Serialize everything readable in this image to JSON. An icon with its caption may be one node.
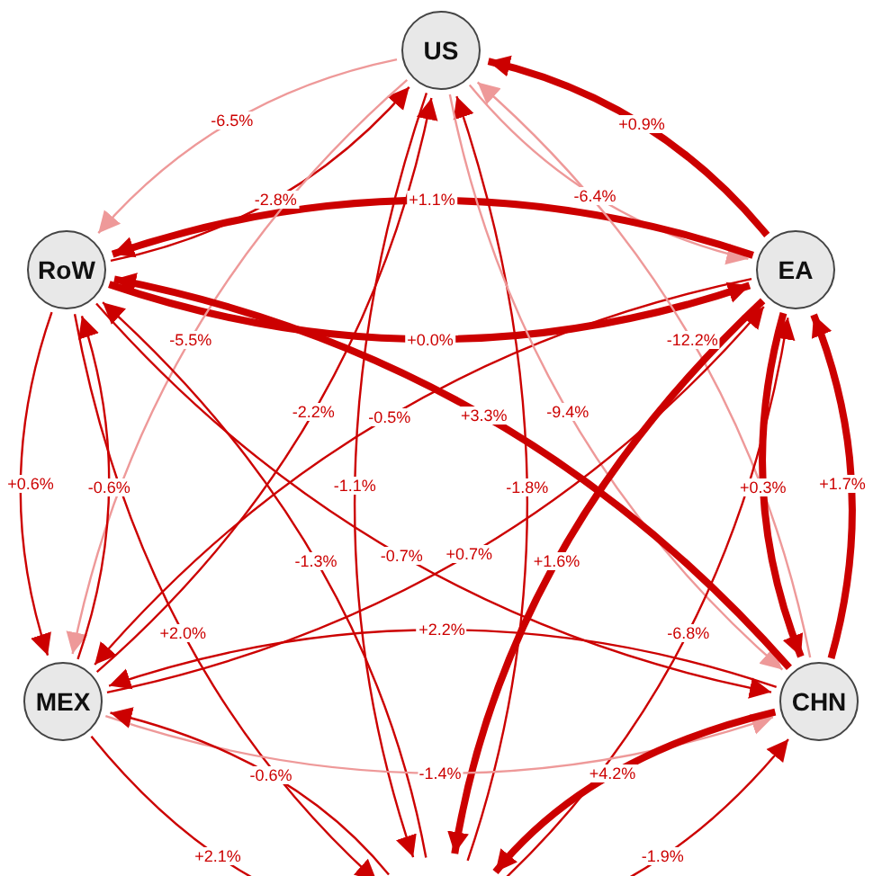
{
  "diagram": {
    "nodes": [
      {
        "text": [
          "US"
        ]
      },
      {
        "text": [
          "RoW"
        ]
      },
      {
        "text": [
          "EA"
        ]
      },
      {
        "text": [
          "MEX"
        ]
      },
      {
        "text": [
          "CHN"
        ]
      }
    ],
    "edges": [
      {
        "from": 1,
        "to": 0,
        "arrow": "to",
        "label": "-2.8%"
      },
      {
        "from": 0,
        "to": 1,
        "arrow": "to",
        "label": "-6.5%",
        "color": "#ee9999"
      },
      {
        "from": 0,
        "to": 2,
        "arrow": "to",
        "label": "-6.4%",
        "color": "#ee9999"
      },
      {
        "from": 2,
        "to": 0,
        "arrow": "to",
        "label": "+0.9%",
        "style": "thick"
      },
      {
        "from": 1,
        "to": 2,
        "arrow": "to",
        "label": "+0.0%",
        "style": "thick"
      },
      {
        "from": 2,
        "to": 1,
        "arrow": "to",
        "label": "+1.1%",
        "style": "thick"
      },
      {
        "from": 3,
        "to": 0,
        "arrow": "to",
        "label": "-2.2%"
      },
      {
        "from": 2,
        "to": 3,
        "arrow": "to",
        "label": "-0.5%"
      },
      {
        "from": 0,
        "to": 3,
        "arrow": "to",
        "label": "-5.5%",
        "color": "#ee9999"
      },
      {
        "from": null,
        "to": 0,
        "arrow": "to",
        "label": "-1.8%"
      },
      {
        "from": 0,
        "to": 4,
        "arrow": "to",
        "label": "-9.4%",
        "color": "#ee9999"
      },
      {
        "from": 4,
        "to": 0,
        "arrow": "to",
        "label": "-12.2%",
        "color": "#ee9999"
      },
      {
        "from": 1,
        "to": 4,
        "arrow": "to",
        "label": "-0.7%"
      },
      {
        "from": 4,
        "to": 2,
        "arrow": "to",
        "label": "+1.7%",
        "style": "thick"
      },
      {
        "from": 2,
        "to": 4,
        "arrow": "to",
        "label": "+0.3%",
        "style": "thick"
      },
      {
        "from": 3,
        "to": 1,
        "arrow": "to",
        "label": "-0.6%"
      },
      {
        "from": 1,
        "to": 3,
        "arrow": "to",
        "label": "+0.6%"
      },
      {
        "from": null,
        "to": 1,
        "arrow": "to",
        "label": "-1.3%"
      },
      {
        "from": 2,
        "to": null,
        "arrow": "to",
        "label": "+1.6%",
        "style": "thick"
      },
      {
        "from": 1,
        "to": null,
        "arrow": "to",
        "label": "+2.0%"
      },
      {
        "from": null,
        "to": 2,
        "arrow": "to",
        "label": "-6.8%"
      },
      {
        "from": 0,
        "to": null,
        "arrow": "to",
        "label": "-1.1%"
      },
      {
        "from": 3,
        "to": 2,
        "arrow": "to",
        "label": "+0.7%"
      },
      {
        "from": 3,
        "to": 4,
        "arrow": "to",
        "label": "-1.4%",
        "color": "#ee9999"
      },
      {
        "from": 4,
        "to": 1,
        "arrow": "to",
        "label": "+3.3%",
        "style": "thick"
      },
      {
        "from": 4,
        "to": 3,
        "arrow": "to",
        "label": "+2.2%"
      },
      {
        "from": null,
        "to": 4,
        "arrow": "to",
        "label": "-1.9%"
      },
      {
        "from": 3,
        "to": null,
        "arrow": "to",
        "label": "+2.1%"
      },
      {
        "from": null,
        "to": 3,
        "arrow": "to",
        "label": "-0.6%"
      },
      {
        "from": 4,
        "to": null,
        "arrow": "to",
        "label": "+4.2%",
        "style": "thick"
      }
    ]
  }
}
